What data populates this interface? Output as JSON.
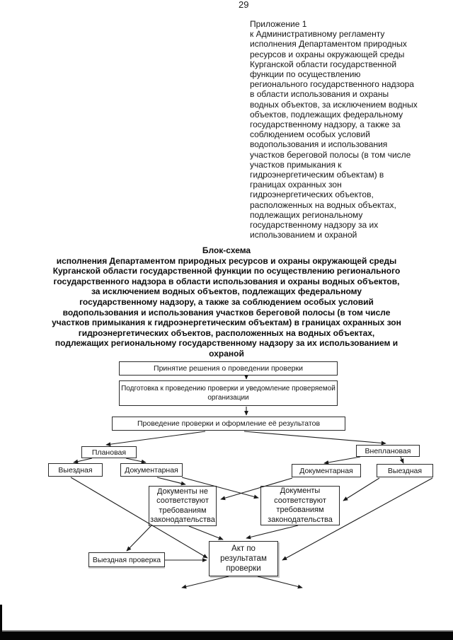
{
  "page": {
    "number": "29"
  },
  "appendix": {
    "lines": [
      "Приложение 1",
      "к Административному регламенту",
      "исполнения Департаментом природных",
      "ресурсов и охраны окружающей среды",
      "Курганской области государственной",
      "функции по осуществлению",
      "регионального государственного надзора",
      "в области использования и охраны",
      "водных объектов, за исключением водных",
      "объектов, подлежащих федеральному",
      "государственному надзору, а также за",
      "соблюдением особых условий",
      "водопользования и использования",
      "участков береговой полосы (в том числе",
      "участков примыкания к",
      "гидроэнергетическим объектам) в",
      "границах охранных зон",
      "гидроэнергетических объектов,",
      "расположенных на водных объектах,",
      "подлежащих региональному",
      "государственному надзору за их",
      "использованием и охраной"
    ]
  },
  "title_block": {
    "lines": [
      "Блок-схема",
      "исполнения Департаментом природных ресурсов и охраны окружающей среды",
      "Курганской области государственной функции по осуществлению регионального",
      "государственного надзора в области использования и охраны водных объектов,",
      "за исключением водных объектов, подлежащих федеральному",
      "государственному надзору, а также за соблюдением особых условий",
      "водопользования и использования участков береговой полосы (в том числе",
      "участков примыкания к гидроэнергетическим объектам) в границах охранных зон",
      "гидроэнергетических объектов, расположенных на водных объектах,",
      "подлежащих региональному государственному надзору за их использованием и",
      "охраной"
    ]
  },
  "flowchart": {
    "nodes": {
      "decision": "Принятие решения о проведении проверки",
      "preparation": "Подготовка к проведению проверки и уведомление проверяемой\nорганизации",
      "conduct": "Проведение проверки и оформление её результатов",
      "planned": "Плановая",
      "unplanned": "Внеплановая",
      "field_left": "Выездная",
      "documentary_left": "Документарная",
      "documentary_right": "Документарная",
      "field_right": "Выездная",
      "docs_noncompliant": "Документы не\nсоответствуют\nтребованиям\nзаконодательства",
      "docs_compliant": "Документы\nсоответствуют\nтребованиям\nзаконодательства",
      "field_inspection": "Выездная проверка",
      "act": "Акт по\nрезультатам\nпроверки"
    }
  }
}
